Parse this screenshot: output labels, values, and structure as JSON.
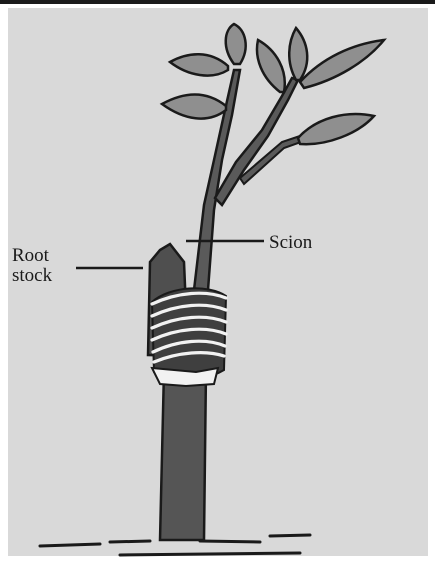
{
  "labels": {
    "rootstock_line1": "Root",
    "rootstock_line2": "stock",
    "scion": "Scion"
  },
  "colors": {
    "background": "#d9d9d9",
    "ink": "#1a1a1a",
    "stem": "#555555",
    "leaf": "#8f8f8f",
    "tie": "#f2f2f2"
  }
}
